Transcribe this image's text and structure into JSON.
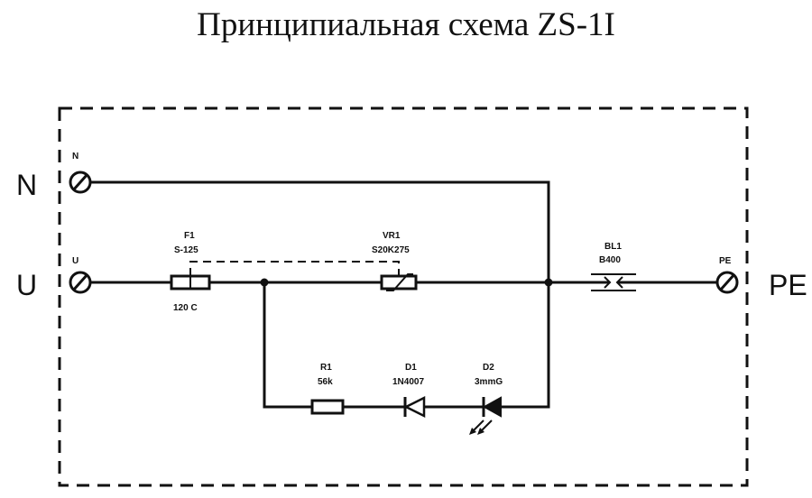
{
  "title": "Принципиальная схема ZS-1I",
  "terminals": {
    "n_outer": "N",
    "n_small": "N",
    "u_outer": "U",
    "u_small": "U",
    "pe_outer": "PE",
    "pe_small": "PE"
  },
  "components": {
    "f1": {
      "ref": "F1",
      "value": "S-125",
      "note": "120 C"
    },
    "vr1": {
      "ref": "VR1",
      "value": "S20K275"
    },
    "bl1": {
      "ref": "BL1",
      "value": "B400"
    },
    "r1": {
      "ref": "R1",
      "value": "56k"
    },
    "d1": {
      "ref": "D1",
      "value": "1N4007"
    },
    "d2": {
      "ref": "D2",
      "value": "3mmG"
    }
  }
}
